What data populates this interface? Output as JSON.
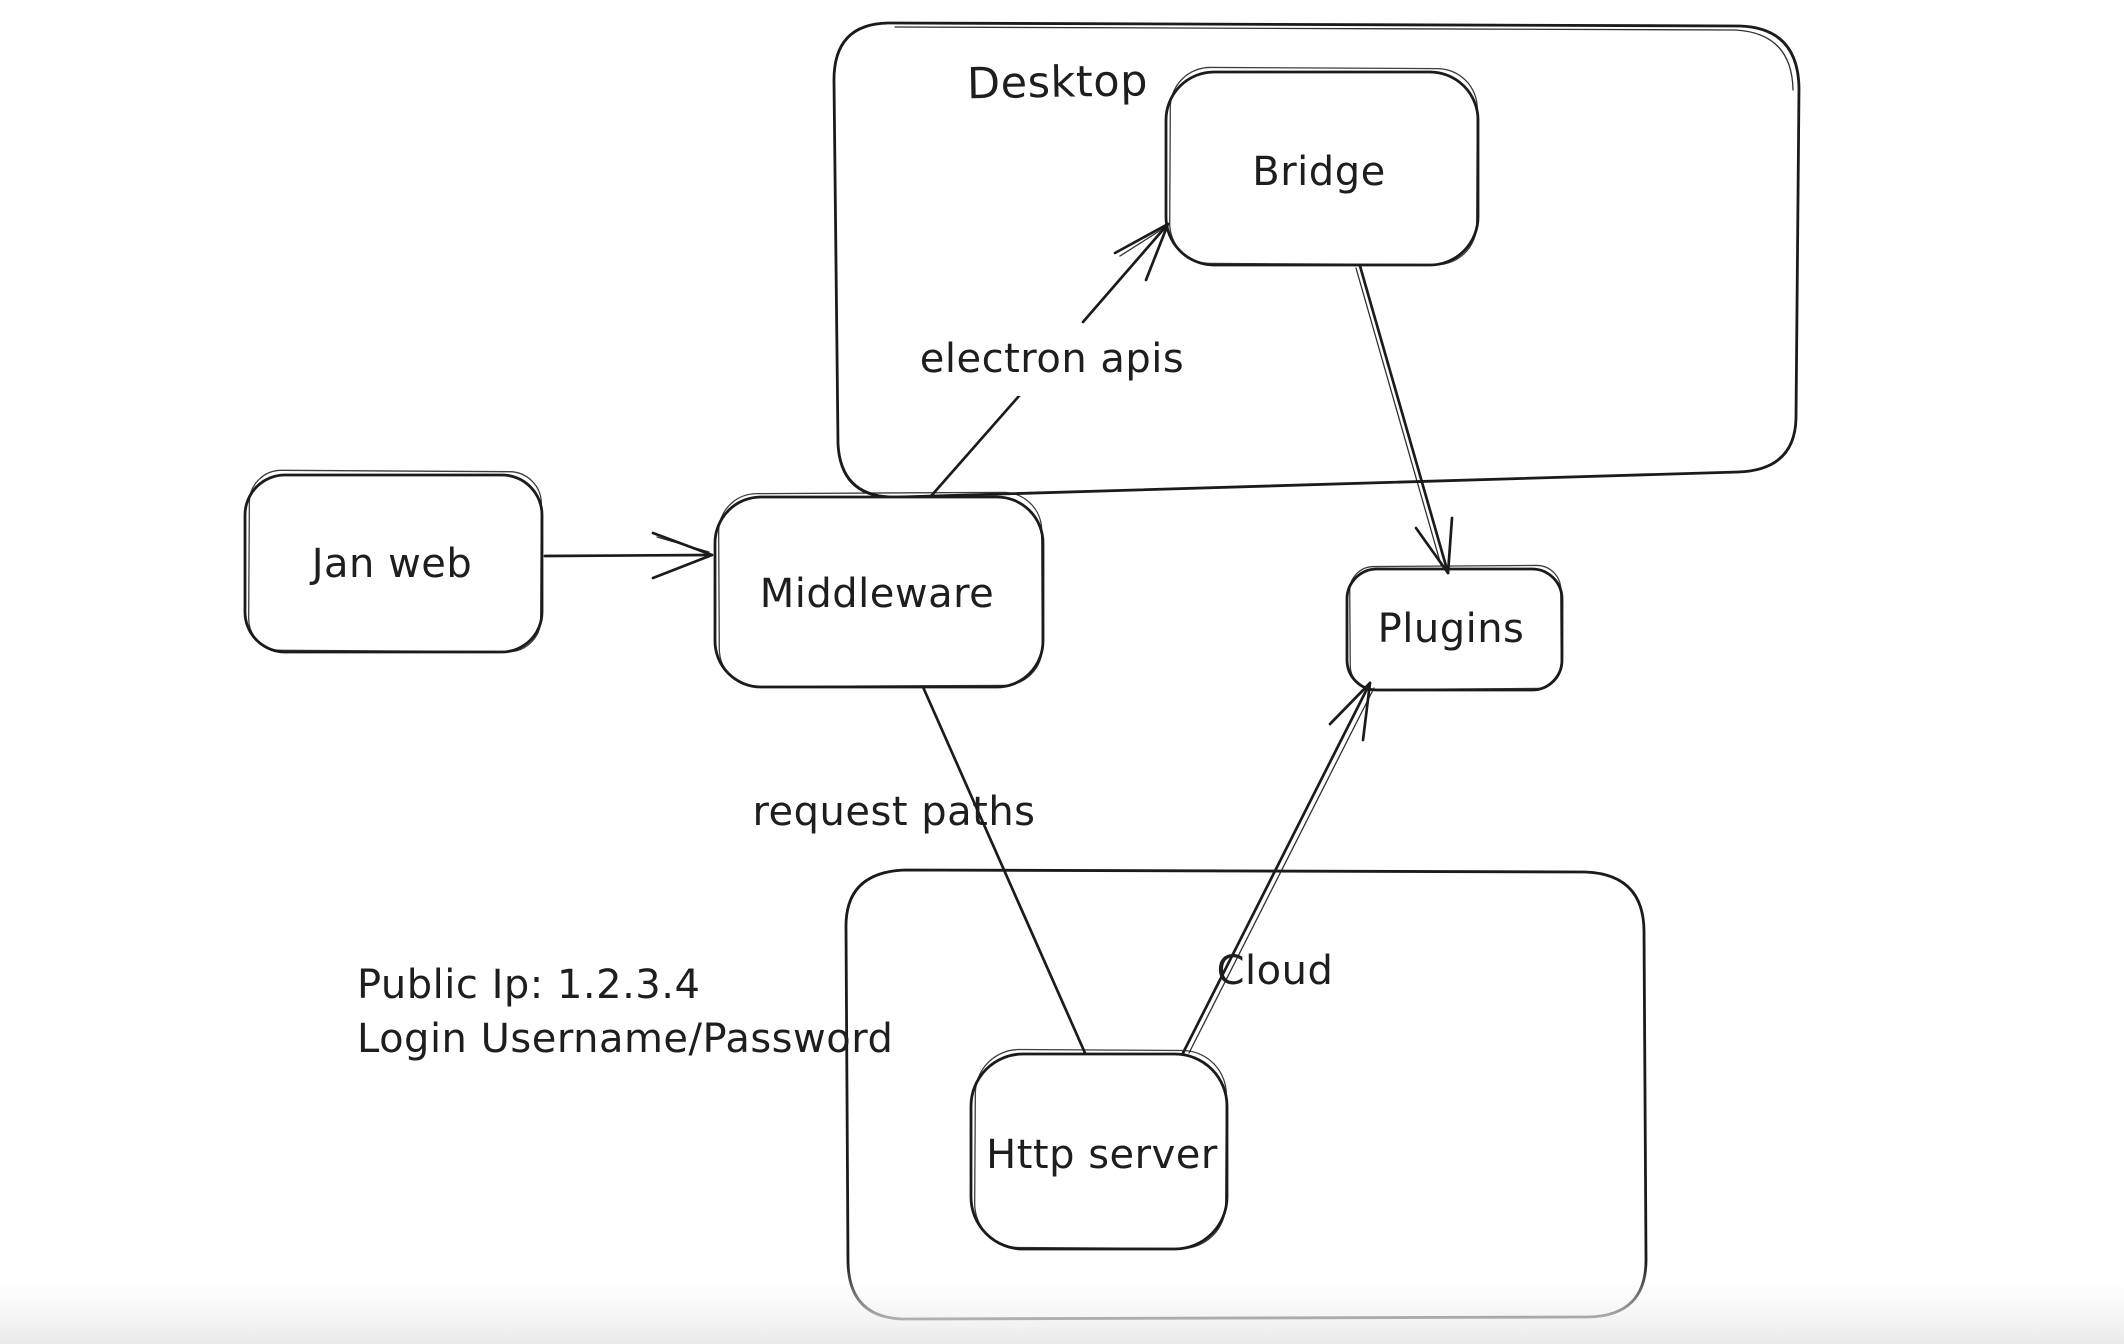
{
  "canvas": {
    "background": "#ffffff",
    "stroke_color": "#1b1b1e",
    "style": "hand-drawn whiteboard diagram"
  },
  "containers": {
    "desktop": {
      "label": "Desktop"
    },
    "cloud": {
      "label": "Cloud"
    }
  },
  "nodes": {
    "jan_web": {
      "label": "Jan web"
    },
    "middleware": {
      "label": "Middleware"
    },
    "bridge": {
      "label": "Bridge"
    },
    "plugins": {
      "label": "Plugins"
    },
    "http_server": {
      "label": "Http server"
    }
  },
  "edges": {
    "jan_web_to_middleware": {
      "label": ""
    },
    "middleware_to_bridge": {
      "label": "electron apis"
    },
    "bridge_to_plugins": {
      "label": ""
    },
    "middleware_to_http": {
      "label": "request paths"
    },
    "http_to_plugins": {
      "label": ""
    }
  },
  "notes": {
    "line1": "Public Ip: 1.2.3.4",
    "line2": "Login Username/Password"
  }
}
